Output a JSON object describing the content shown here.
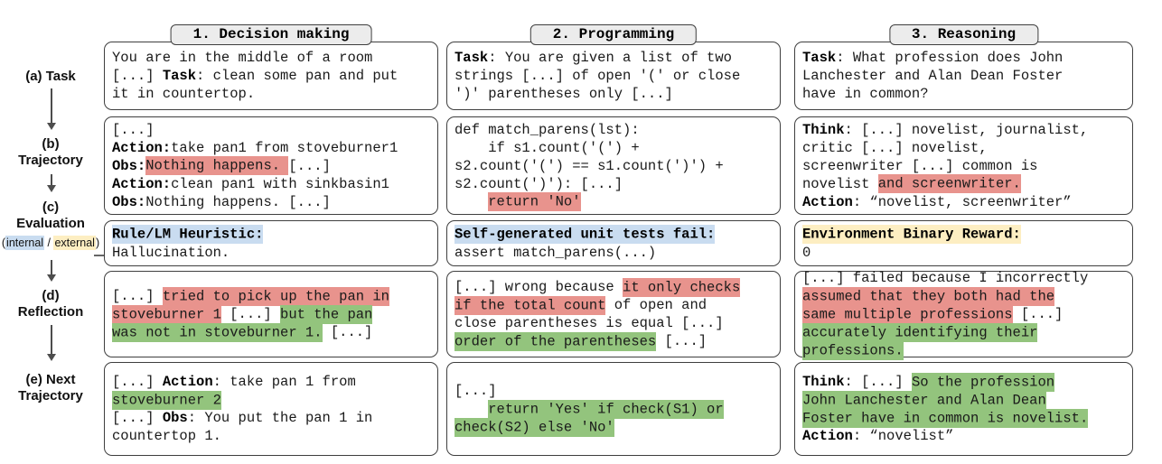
{
  "colors": {
    "red": "#e8938d",
    "green": "#93c47d",
    "blue": "#c9dcf0",
    "yellow": "#fdeec2",
    "border": "#3f3f3f",
    "tab_bg": "#ececec",
    "arrow": "#4d4d4d"
  },
  "rail": {
    "a_prefix": "(a) ",
    "a_label": "Task",
    "b_prefix": "(b)",
    "b_label": "Trajectory",
    "c_prefix": "(c)",
    "c_label": "Evaluation",
    "c_note_open": "(",
    "c_internal": "internal",
    "c_slash": " / ",
    "c_external": "external",
    "c_note_close": ")",
    "d_prefix": "(d)",
    "d_label": "Reflection",
    "e_prefix": "(e) ",
    "e_label1": "Next",
    "e_label2": "Trajectory"
  },
  "columns": [
    {
      "tab": "1. Decision making",
      "task": [
        {
          "t": "You are in the middle of a room\n[...] "
        },
        {
          "t": "Task",
          "b": true
        },
        {
          "t": ": clean some pan and put\nit in countertop."
        }
      ],
      "trajectory": [
        {
          "t": "[...]\n"
        },
        {
          "t": "Action:",
          "b": true
        },
        {
          "t": "take pan1 from stoveburner1\n"
        },
        {
          "t": "Obs:",
          "b": true
        },
        {
          "t": "Nothing happens. ",
          "hl": "red"
        },
        {
          "t": "[...]\n"
        },
        {
          "t": "Action:",
          "b": true
        },
        {
          "t": "clean pan1 with sinkbasin1\n"
        },
        {
          "t": "Obs:",
          "b": true
        },
        {
          "t": "Nothing happens. [...]"
        }
      ],
      "evaluation": [
        {
          "t": "Rule/LM Heuristic:",
          "b": true,
          "hl": "blue"
        },
        {
          "t": "\nHallucination."
        }
      ],
      "reflection": [
        {
          "t": "[...] "
        },
        {
          "t": "tried to pick up the pan in\nstoveburner 1",
          "hl": "red"
        },
        {
          "t": " [...] "
        },
        {
          "t": "but the pan\nwas not in stoveburner 1.",
          "hl": "green"
        },
        {
          "t": " [...]"
        }
      ],
      "next_trajectory": [
        {
          "t": "[...] "
        },
        {
          "t": "Action",
          "b": true
        },
        {
          "t": ": take pan 1 from\n"
        },
        {
          "t": "stoveburner 2",
          "hl": "green"
        },
        {
          "t": "\n[...] "
        },
        {
          "t": "Obs",
          "b": true
        },
        {
          "t": ": You put the pan 1 in\ncountertop 1."
        }
      ]
    },
    {
      "tab": "2. Programming",
      "task": [
        {
          "t": "Task",
          "b": true
        },
        {
          "t": ": You are given a list of two\nstrings [...] of open '(' or close\n')' parentheses only [...]"
        }
      ],
      "trajectory": [
        {
          "t": "def match_parens(lst):\n    if s1.count('(') +\ns2.count('(') == s1.count(')') +\ns2.count(')'): [...]\n    "
        },
        {
          "t": "return 'No'",
          "hl": "red"
        }
      ],
      "evaluation": [
        {
          "t": "Self-generated unit tests fail:",
          "b": true,
          "hl": "blue"
        },
        {
          "t": "\nassert match_parens(...)"
        }
      ],
      "reflection": [
        {
          "t": "[...] wrong because "
        },
        {
          "t": "it only checks\nif the total count",
          "hl": "red"
        },
        {
          "t": " of open and\nclose parentheses is equal [...]\n"
        },
        {
          "t": "order of the parentheses",
          "hl": "green"
        },
        {
          "t": " [...]"
        }
      ],
      "next_trajectory": [
        {
          "t": "[...]\n    "
        },
        {
          "t": "return 'Yes' if check(S1) or\ncheck(S2) else 'No'",
          "hl": "green"
        }
      ]
    },
    {
      "tab": "3. Reasoning",
      "task": [
        {
          "t": "Task",
          "b": true
        },
        {
          "t": ": What profession does John\nLanchester and Alan Dean Foster\nhave in common?"
        }
      ],
      "trajectory": [
        {
          "t": "Think",
          "b": true
        },
        {
          "t": ": [...] novelist, journalist,\ncritic [...] novelist,\nscreenwriter [...] common is\nnovelist "
        },
        {
          "t": "and screenwriter.",
          "hl": "red"
        },
        {
          "t": "\n"
        },
        {
          "t": "Action",
          "b": true
        },
        {
          "t": ": “novelist, screenwriter”"
        }
      ],
      "evaluation": [
        {
          "t": "Environment Binary Reward:",
          "b": true,
          "hl": "yellow"
        },
        {
          "t": "\n0"
        }
      ],
      "reflection": [
        {
          "t": "[...] failed because I incorrectly\n"
        },
        {
          "t": "assumed that they both had the\nsame multiple professions",
          "hl": "red"
        },
        {
          "t": " [...]\n"
        },
        {
          "t": "accurately identifying their\nprofessions.",
          "hl": "green"
        }
      ],
      "next_trajectory": [
        {
          "t": "Think",
          "b": true
        },
        {
          "t": ": [...] "
        },
        {
          "t": "So the profession\nJohn Lanchester and Alan Dean\nFoster have in common is novelist.",
          "hl": "green"
        },
        {
          "t": "\n"
        },
        {
          "t": "Action",
          "b": true
        },
        {
          "t": ": “novelist”"
        }
      ]
    }
  ]
}
